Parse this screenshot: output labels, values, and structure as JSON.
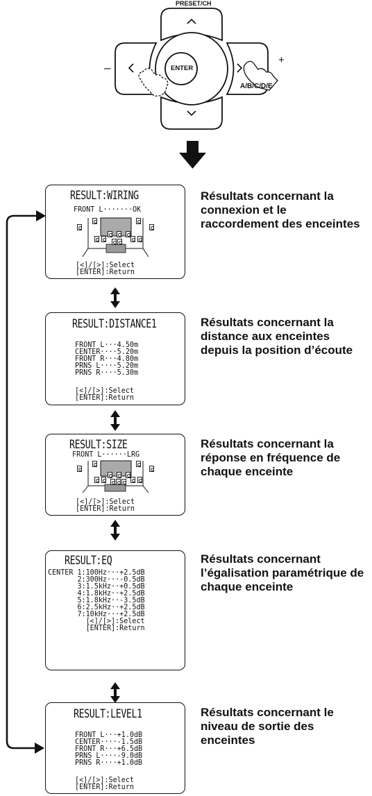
{
  "remote": {
    "top_label": "PRESET/CH",
    "enter_label": "ENTER",
    "minus_label": "–",
    "plus_label": "+",
    "right_label": "A/B/C/D/E"
  },
  "screens": [
    {
      "title": "RESULT:WIRING",
      "status": "FRONT L·······OK",
      "footer": [
        "[<]/[>]:Select",
        "[ENTER]:Return"
      ],
      "description": "Résultats concernant la connexion et le raccordement des enceintes"
    },
    {
      "title": "RESULT:DISTANCE1",
      "lines": [
        "FRONT L···4.50m",
        "CENTER····5.20m",
        "FRONT R···4.80m",
        "PRNS L····5.20m",
        "PRNS R····5.30m"
      ],
      "footer": [
        "[<]/[>]:Select",
        "[ENTER]:Return"
      ],
      "description": "Résultats concernant la distance aux enceintes depuis la position d’écoute"
    },
    {
      "title": "RESULT:SIZE",
      "status": "FRONT L······LRG",
      "footer": [
        "[<]/[>]:Select",
        "[ENTER]:Return"
      ],
      "description": "Résultats concernant la réponse en fréquence de chaque enceinte"
    },
    {
      "title": "RESULT:EQ",
      "lines": [
        "CENTER 1:100Hz···+2.5dB",
        "       2:300Hz···-0.5dB",
        "       3:1.5kHz··+0.5dB",
        "       4:1.8kHz··+2.5dB",
        "       5:1.8kHz··-3.5dB",
        "       6:2.5kHz··+2.5dB",
        "       7:10kHz···+2.5dB",
        "         [<]/[>]:Select",
        "         [ENTER]:Return"
      ],
      "description": "Résultats concernant l’égalisation paramétrique de chaque enceinte"
    },
    {
      "title": "RESULT:LEVEL1",
      "lines": [
        "FRONT L···+1.0dB",
        "CENTER····-1.5dB",
        "FRONT R···+6.5dB",
        "PRNS L····-9.0dB",
        "PRNS R····+1.0dB"
      ],
      "footer": [
        "[<]/[>]:Select",
        "[ENTER]:Return"
      ],
      "description": "Résultats concernant le niveau de sortie des enceintes"
    }
  ]
}
